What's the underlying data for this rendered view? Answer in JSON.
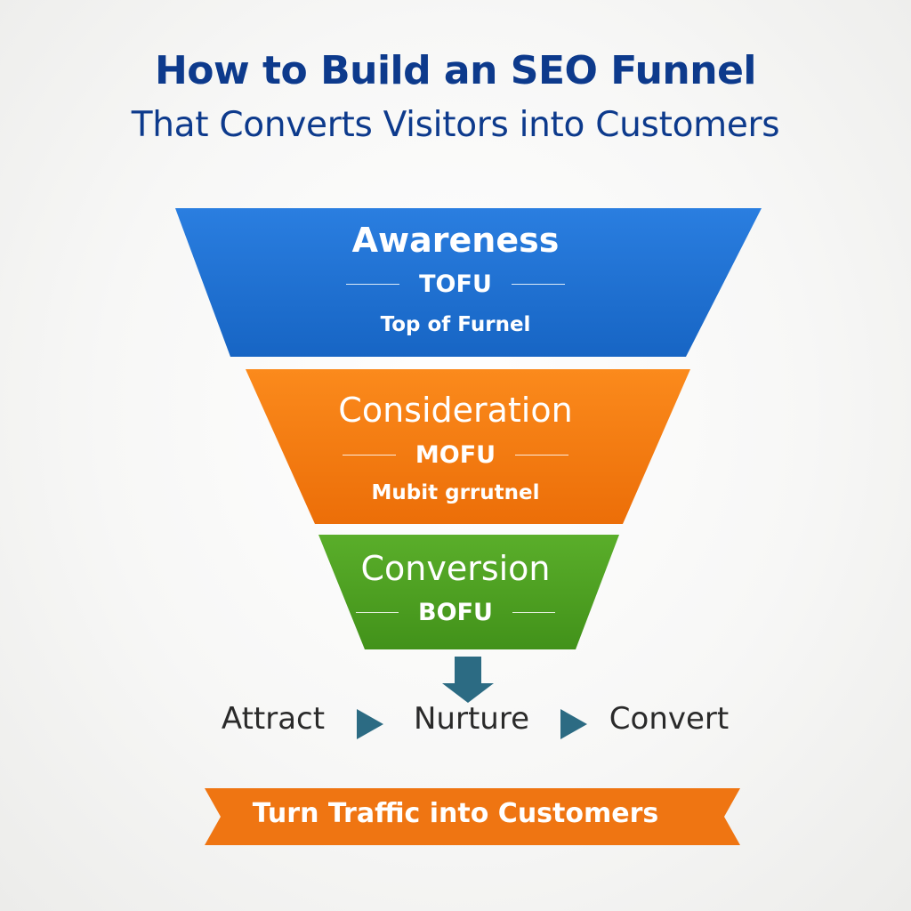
{
  "title": {
    "line1": "How to Build an SEO Funnel",
    "line2": "That Converts Visitors into Customers"
  },
  "stages": [
    {
      "name": "Awareness",
      "abbr": "TOFU",
      "subtitle": "Top of Furnel",
      "color": "#1f6fd0"
    },
    {
      "name": "Consideration",
      "abbr": "MOFU",
      "subtitle": "Mubit grrutnel",
      "color": "#f47a0c"
    },
    {
      "name": "Conversion",
      "abbr": "BOFU",
      "color": "#4c9e20"
    }
  ],
  "flow": {
    "steps": [
      "Attract",
      "Nurture",
      "Convert"
    ],
    "arrow_color": "#2c6b83"
  },
  "banner": {
    "text": "Turn Traffic into Customers",
    "color": "#ef7512"
  }
}
